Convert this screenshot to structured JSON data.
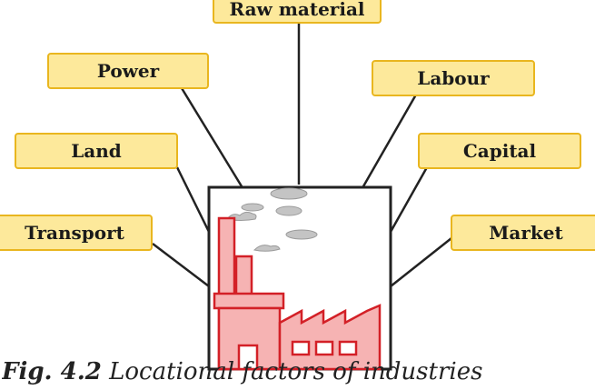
{
  "labels": {
    "raw_material": "Raw material",
    "power": "Power",
    "labour": "Labour",
    "land": "Land",
    "capital": "Capital",
    "transport": "Transport",
    "market": "Market"
  },
  "caption": {
    "figure_number": "Fig. 4.2",
    "text": "Locational factors of industries"
  },
  "colors": {
    "label_fill": "#fde99b",
    "label_border": "#e9b61f",
    "factory_fill": "#f6b3b3",
    "factory_stroke": "#d32027",
    "smoke": "#bfbfbf"
  }
}
